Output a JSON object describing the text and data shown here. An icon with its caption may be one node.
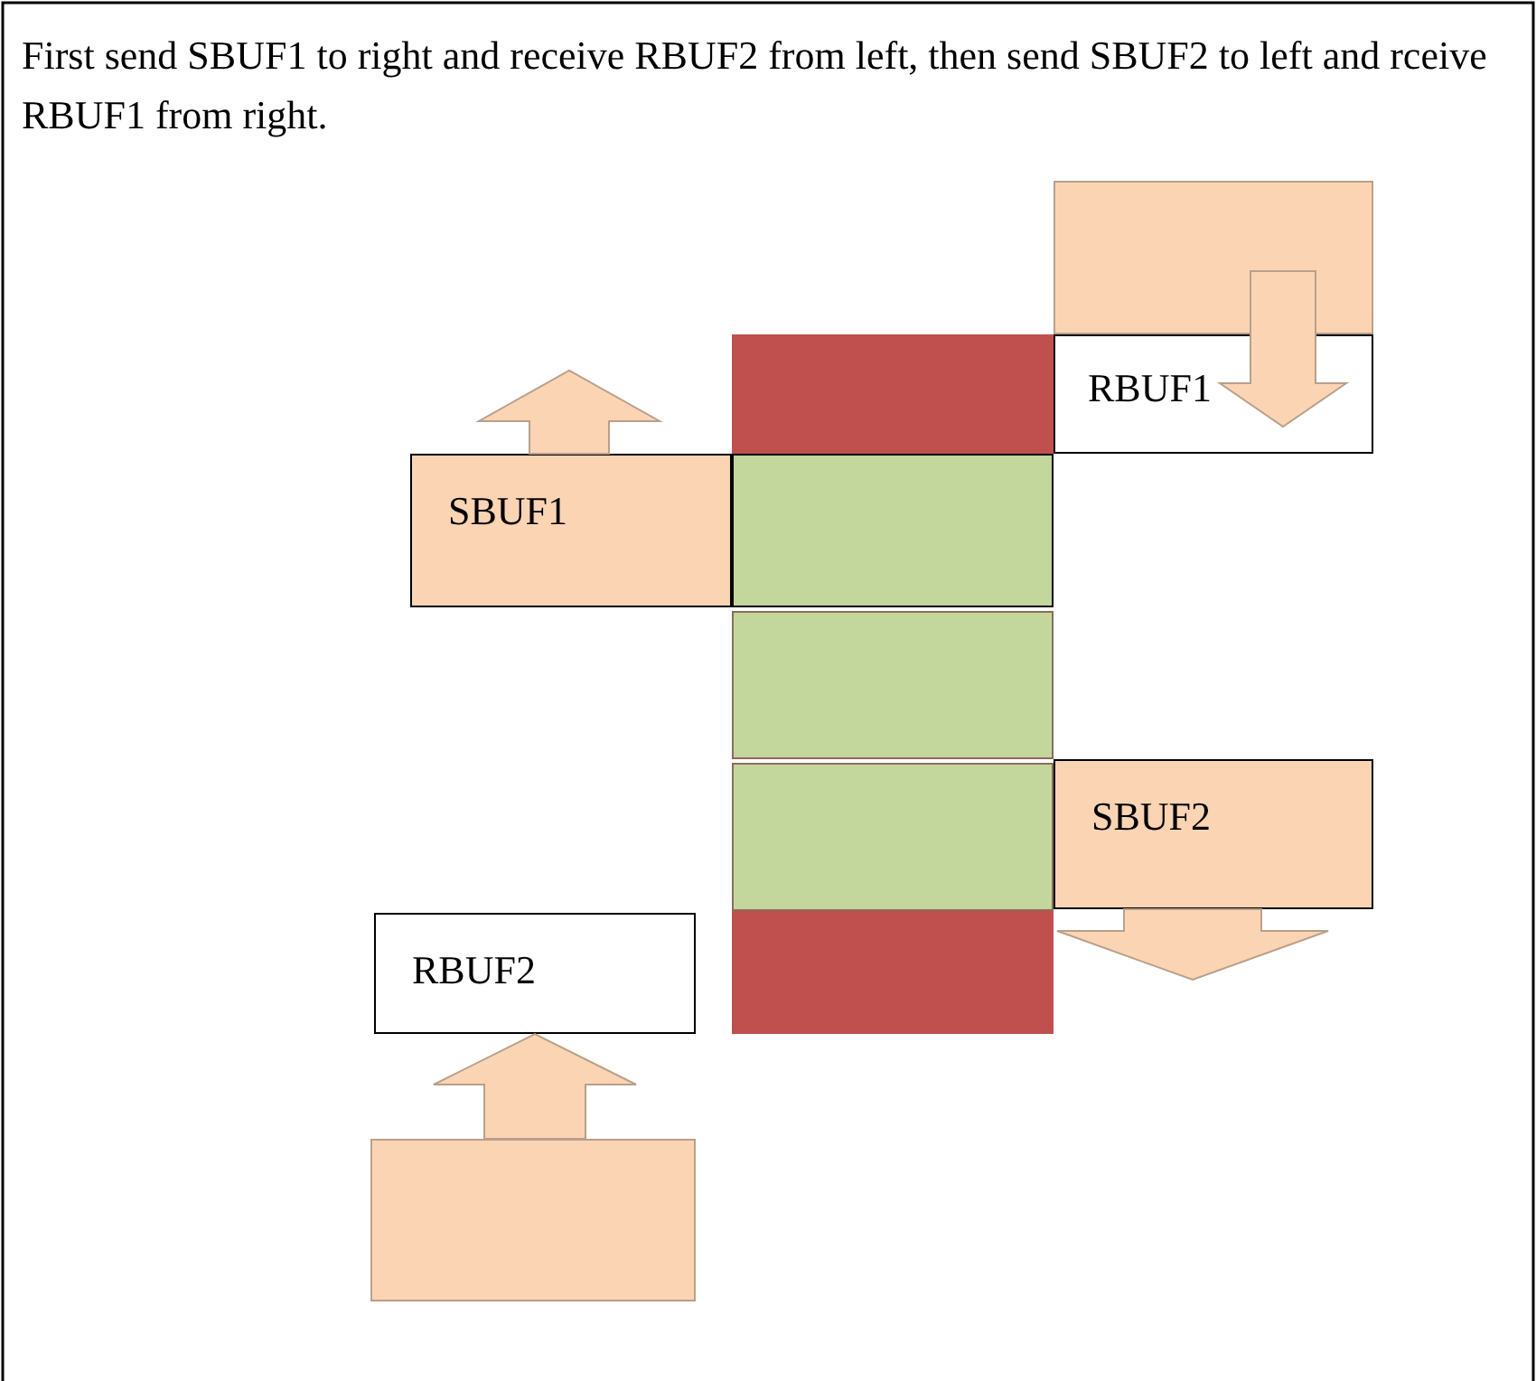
{
  "diagram": {
    "title": "First send SBUF1 to right and receive RBUF2 from left, then send SBUF2 to left and rceive RBUF1 from right.",
    "nodes": [
      {
        "text": [],
        "shape": "box"
      },
      {
        "text": [
          "RBUF1"
        ]
      },
      {
        "text": [],
        "shape": "box"
      },
      {
        "text": [
          "SBUF1"
        ]
      },
      {
        "text": [],
        "shape": "box"
      },
      {
        "text": [],
        "shape": "box"
      },
      {
        "text": [],
        "shape": "box"
      },
      {
        "text": [
          "SBUF2"
        ]
      },
      {
        "text": [
          "RBUF2"
        ]
      },
      {
        "text": [],
        "shape": "box"
      },
      {
        "text": [],
        "shape": "box"
      }
    ],
    "edges": [
      {
        "from": 0,
        "to": 1,
        "arrow": "to"
      },
      {
        "from": 3,
        "to": null,
        "arrow": "to"
      },
      {
        "from": 7,
        "to": null,
        "arrow": "to"
      },
      {
        "from": 10,
        "to": 8,
        "arrow": "to"
      }
    ]
  }
}
